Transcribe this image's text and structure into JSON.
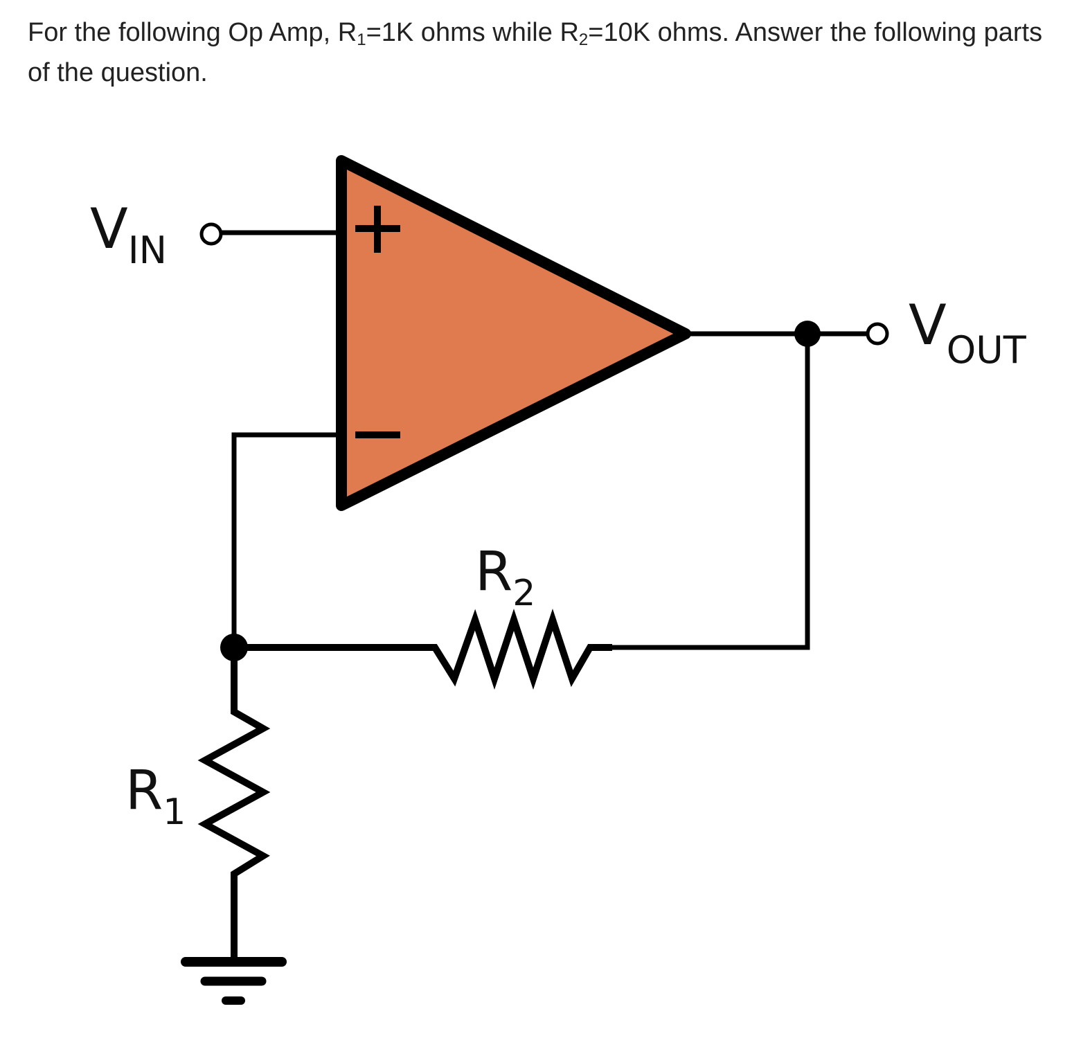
{
  "question": {
    "part1": "For the following Op Amp, R",
    "sub1": "1",
    "part2": "=1K ohms while R",
    "sub2": "2",
    "part3": "=10K ohms. Answer the following parts of the question."
  },
  "diagram": {
    "vin_main": "V",
    "vin_sub": "IN",
    "vout_main": "V",
    "vout_sub": "OUT",
    "r1_main": "R",
    "r1_sub": "1",
    "r2_main": "R",
    "r2_sub": "2",
    "plus_sign": "+",
    "opamp_fill": "#e07b4f",
    "wire_color": "#000000"
  }
}
